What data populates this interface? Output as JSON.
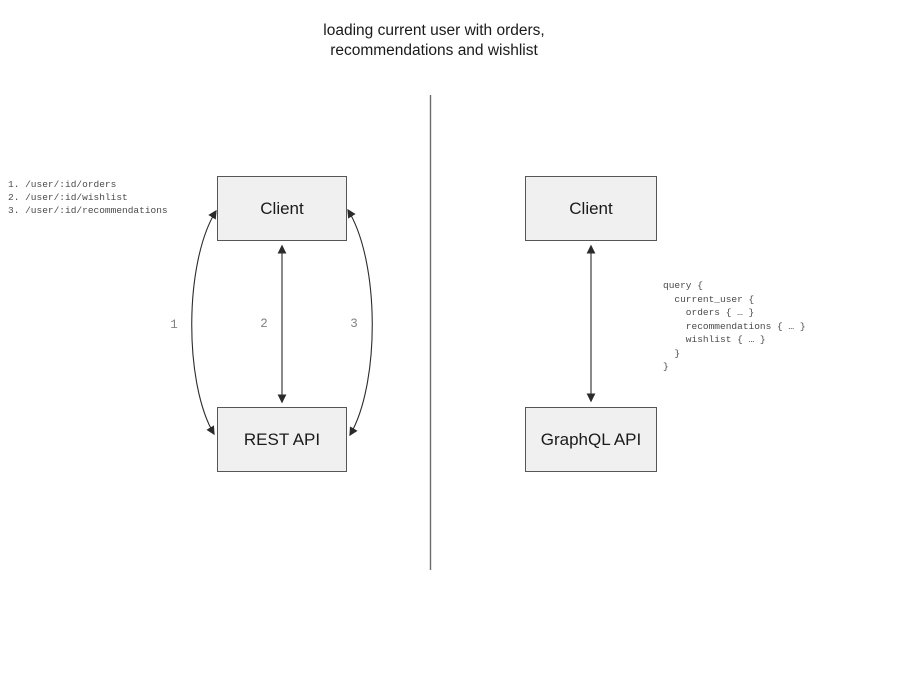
{
  "title": "loading current user with orders,\nrecommendations and wishlist",
  "left_panel": {
    "endpoints_list": "1. /user/:id/orders\n2. /user/:id/wishlist\n3. /user/:id/recommendations",
    "client_label": "Client",
    "api_label": "REST API",
    "arrow_labels": [
      "1",
      "2",
      "3"
    ]
  },
  "right_panel": {
    "client_label": "Client",
    "api_label": "GraphQL API",
    "query_code": "query {\n  current_user {\n    orders { … }\n    recommendations { … }\n    wishlist { … }\n  }\n}"
  },
  "colors": {
    "box_fill": "#f0f0f0",
    "box_border": "#565656",
    "arrow": "#2b2b2b",
    "divider": "#6b6b6b",
    "label_gray": "#828282",
    "code_text": "#4a4a4a"
  }
}
